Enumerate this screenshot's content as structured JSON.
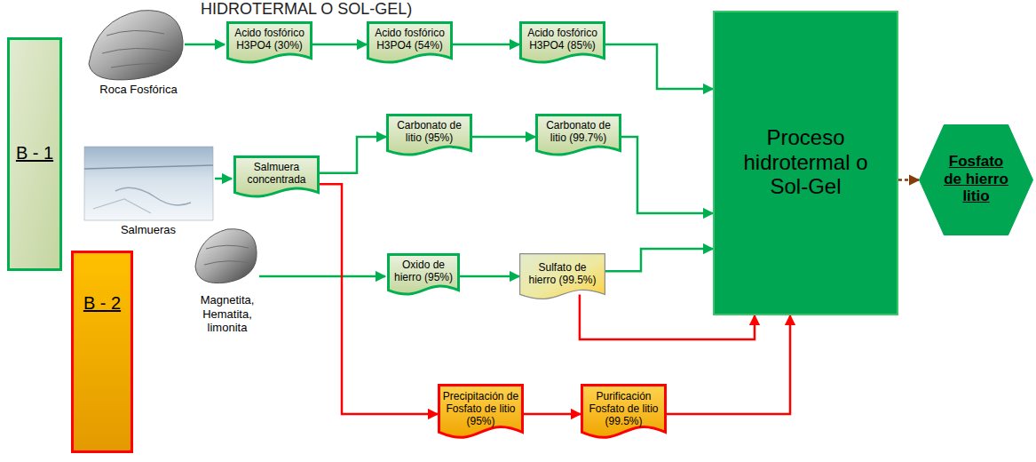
{
  "diagram": {
    "title": "HIDROTERMAL O SOL-GEL)",
    "nodes": [
      {
        "text": [
          "B - 1"
        ]
      },
      {
        "text": [
          "B - 2"
        ]
      },
      {
        "text": [
          "Acido fosfórico H3PO4 (30%)"
        ]
      },
      {
        "text": [
          "Acido fosfórico H3PO4 (54%)"
        ]
      },
      {
        "text": [
          "Acido fosfórico H3PO4 (85%)"
        ]
      },
      {
        "text": [
          "Salmuera concentrada"
        ]
      },
      {
        "text": [
          "Carbonato de litio (95%)"
        ]
      },
      {
        "text": [
          "Carbonato de litio (99.7%)"
        ]
      },
      {
        "text": [
          "Oxido de hierro (95%)"
        ]
      },
      {
        "text": [
          "Sulfato de hierro (99.5%)"
        ]
      },
      {
        "text": [
          "Proceso hidrotermal o Sol-Gel"
        ]
      },
      {
        "text": [
          "Fosfato de hierro litio"
        ]
      },
      {
        "text": [
          "Precipitación de Fosfato de litio (95%)"
        ]
      },
      {
        "text": [
          "Purificación Fosfato de litio (99.5%)"
        ]
      }
    ],
    "edges": [
      {
        "from": 2,
        "to": 3,
        "arrow": "to"
      },
      {
        "from": 3,
        "to": 4,
        "arrow": "to"
      },
      {
        "from": 4,
        "to": 10,
        "arrow": "to"
      },
      {
        "from": 5,
        "to": 6,
        "arrow": "to"
      },
      {
        "from": 6,
        "to": 7,
        "arrow": "to"
      },
      {
        "from": 7,
        "to": 10,
        "arrow": "to"
      },
      {
        "from": 5,
        "to": 12,
        "arrow": "to"
      },
      {
        "from": 8,
        "to": 9,
        "arrow": "to"
      },
      {
        "from": 9,
        "to": 10,
        "arrow": "to"
      },
      {
        "from": 9,
        "to": 10,
        "arrow": "to"
      },
      {
        "from": 12,
        "to": 13,
        "arrow": "to"
      },
      {
        "from": 13,
        "to": 10,
        "arrow": "to"
      },
      {
        "from": 10,
        "to": 11,
        "arrow": "to"
      }
    ],
    "labels": [
      "Roca Fosfórica",
      "Salmueras",
      "Magnetita, Hematita, limonita"
    ]
  }
}
